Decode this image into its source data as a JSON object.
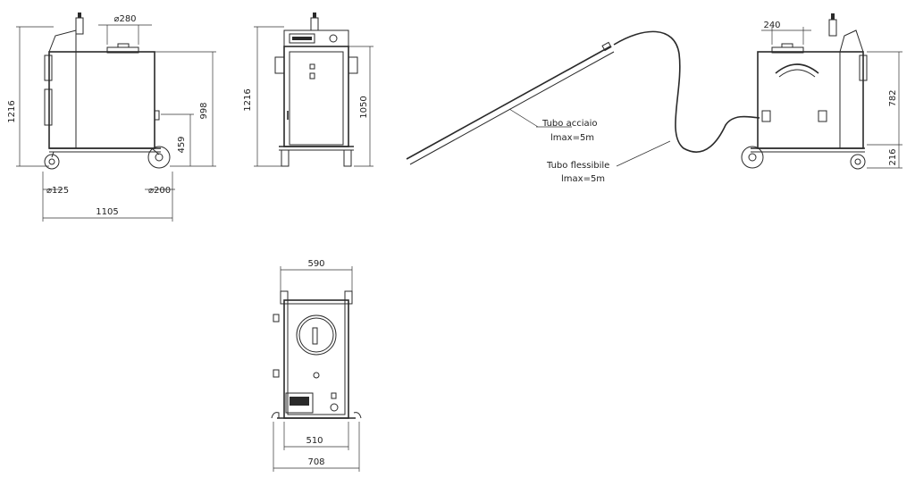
{
  "views": {
    "side_left": {
      "dim_height_total": "1216",
      "dim_lid_diameter": "⌀280",
      "dim_height_body": "998",
      "dim_axle_height": "459",
      "dim_small_wheel": "⌀125",
      "dim_large_wheel": "⌀200",
      "dim_length": "1105"
    },
    "front": {
      "dim_height_total": "1216",
      "dim_height_cabinet": "1050"
    },
    "hose": {
      "steel_pipe_label": "Tubo acciaio",
      "steel_pipe_length": "lmax=5m",
      "flex_hose_label": "Tubo flessibile",
      "flex_hose_length": "lmax=5m"
    },
    "side_right": {
      "dim_lid_width": "240",
      "dim_height_upper": "782",
      "dim_height_lower": "216"
    },
    "top": {
      "dim_top_width": "590",
      "dim_inner_width": "510",
      "dim_total_width": "708"
    }
  }
}
